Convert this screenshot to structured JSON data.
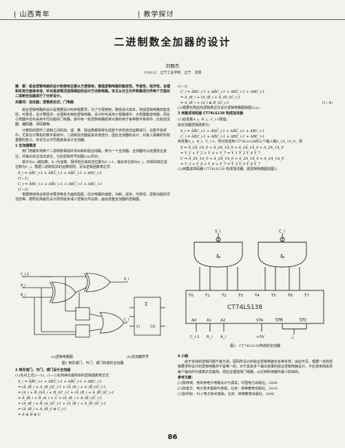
{
  "header": {
    "left": "| 山西青年",
    "right": "| 教学探讨"
  },
  "title": "二进制数全加器的设计",
  "author": "刘丽杰",
  "affiliation": "118122　辽宁工业学校　辽宁　沈阳",
  "abstract": "摘　要：组合逻辑电路的设计和使用主要从方便使用，增强逻辑电路的稳定性，节省性，经济性，合理和实用方面来考虑，针对具体情况选择相应的设计方法和电路。本文从分立元件和集成元件两个方面对二进制全加器进行了分析设计。",
  "keywords": "关键词：加法器；逻辑表达式；门电路",
  "intro_p1": "组合逻辑电路的设计是根据设计的命题要求，为了方便使用，降低设计成本，增强逻辑电路的稳定性，可靠性，设计要经济，合理和实用的逻辑电路。设计时可采用小规模或中、大规模集成电路，而在小规模中也可采用不同功能的门电路。其中有一些逻辑电路经常大量的用于各种数字系统中，比如加法器、编码器、译码器等。",
  "intro_p2": "计算机的部件二进制之间的加、减、乘、除运算都将转化成若干步的加法运算进行。在数字系统中，尤其在计算机的数字系统中，二进制加法器是其本身部分。因此全加器的设计，对其入探索研究有重要的意义。本论文从不同角度来设计全加器。",
  "sec1": "1 全加器概述",
  "sec1_p1": "用门电路实现两个二进制数相加并求出和的组合线路，称为一个全加器。全加器可以处理低位进位，并输出本位加法进位。它的逻辑符号如图1(b)所示。",
  "sec1_p2": "其中为A_i被加数、B_i为加数，相邻低位来的进位数为C_i-1，输出本位和为S_i，向相邻高位进位数为C_i。根据二进制加法的运算规则，写出逻辑函数表达式",
  "eq1_1": "S_i = A̅B̅C_i-1 + A̅BC̅_i-1 + AB̅C̅_i-1 + ABC_i-1",
  "eq1_1_tag": "(1−1)",
  "eq1_2": "C_i = A̅BC_i-1 + AB̅C_i-1 + ABC̅_i-1 + ABC_i-1",
  "eq1_2_tag": "(1−2)",
  "sec1_p3": "根据使用场合和技术要求等多方面的因素，应对电路的速度，功耗，成本，可靠性，逻辑功能的灵活性等，按照化简最优设计原则逐步减少逻辑元件总数，画出完整全加器的逻辑图。",
  "fig1": {
    "caption_a": "(a)逻辑电路图",
    "caption_b": "(b)全加器符号",
    "caption": "图1 用异或门、与门、或门构成的全加器",
    "labels": [
      "C_i-1",
      "A_i",
      "B_i",
      "C_i",
      "S_i",
      "CI",
      "CO",
      "Σ"
    ]
  },
  "sec2": "2 用异或门、与门、或门设计全加器",
  "sec2_p1": "(1)先对上式(1−1)，(1−2)化简得出最简单的逻辑函数表达式",
  "eq2": [
    "S_i = A̅B̅C_i-1 + A̅BC̅_i-1 + AB̅C̅_i-1 + ABC_i-1",
    "= (A̅_iB̅_i + A_iB_i)C_i-1 + (A̅_iB_i + A_iB̅_i)C̅_i-1",
    "= (A_i + B̅_i)(A̅_i + B_i)C_i-1 + (A̅_iB_i + A_iB̅_i)C̅_i-1",
    "= A̅_iB̅_i + B̅_iA_i + C̅ + (A̅_iB_i + A_iB̅_i)C̅_i-1",
    "= (A̅_iB_i + B̅_iA_i)C̅_i-1 + (A̅_iB_i + A_iB̅_i)C̅_i-1",
    "= (A̅_iB_i + A_iB̅_i) ⊕ C_i-1",
    "= A ⊕ B ⊕ C"
  ],
  "right_tag_top": "(1−3)",
  "eq3": [
    "C_i = A̅BC_i-1 + AB̅C_i-1 + ABC̅_i-1 + ABC_i-1",
    "= A_iB_i + (A_iB̅_i + A̅_iB_i)C_i-1",
    "= A_iB_i + (A_i ⊕ B_i)C_i-1"
  ],
  "eq3_tag": "(1−4)",
  "right_p1": "(2)根据化简后的逻辑表达式设计逻辑电路图如图1(a)。",
  "sec3": "3 用集成译码器 CT74LS138 构成加法器",
  "sec3_p1": "(1)给变量A_i，B_i，C_i-1赋值。",
  "sec3_p2": "由全加器逻辑函数为：",
  "eq4": [
    "S_i = A̅B̅C_i-1 + A̅BC̅_i-1 + AB̅C̅_i-1 + ABC_i-1",
    "C_i = A̅BC_i-1 + AB̅C_i-1 + ABC̅_i-1 + ABC_i-1"
  ],
  "sec3_p3": "将变量A_i，B_i，C_i-1，将分别送到CT74LS138的三个输入端A_2A_1A_0，则",
  "eq5": [
    "S = A̅_2A̅_1A_0 + A̅_2A_1A̅_0 + A_2A̅_1A̅_0 + A_2A_1A_0",
    "= Y_1 + Y_2 + Y_4 + Y_7 = Y̅_1 Y̅_2 Y̅_4 Y̅_7",
    "C = A̅_2A_1A_0 + A_2A̅_1A_0 + A_2A_1A̅_0 + A_2A_1A_0",
    "= Y_3 + Y_5 + Y_6 + Y_7 = Y̅_3 Y̅_5 Y̅_6 Y̅_7"
  ],
  "sec3_p4": "(2)用集成译码器 CT74LS138 构成加法器，其逻辑电路图如图2。",
  "fig2": {
    "chip": "CT74LS138",
    "outputs": [
      "Y̅0",
      "Y̅1",
      "Y̅2",
      "Y̅3",
      "Y̅4",
      "Y̅5",
      "Y̅6",
      "Y̅7"
    ],
    "inputs": [
      "A0",
      "A1",
      "A2",
      "STA",
      "S̅T̅B̅",
      "S̅T̅C̅"
    ],
    "top_labels": [
      "S_i",
      "C_i"
    ],
    "bottom_labels": [
      "C_i-1",
      "B_i",
      "A_i",
      "+5V"
    ],
    "caption": "图2　CT74LS138构成的全加器"
  },
  "sec4": "4 小结",
  "sec4_p1": "由于实际的逻辑问题千差万别，因而所设计的组合逻辑电路也多种多样，由此可见，根据一定的逻辑要求所设计的逻辑电路并不是唯一的。对于具有多个输出变量的组合逻辑电路设计，不应该单纯追求每个输出的与或表达式最简，而应合理选择门电路，以达到所用器件最少的目的。",
  "refs_title": "参考文献：",
  "refs": [
    "[1]陈梓城．电实用电子电路设计与调试，中国电力出版社，2006",
    "[2]张金华．电子技术基础与技能，北京：高等教育出版社，2010",
    "[3]彭利标．PLC电子技术基础，北京：高等教育出版社，2006"
  ],
  "page_number": "86"
}
